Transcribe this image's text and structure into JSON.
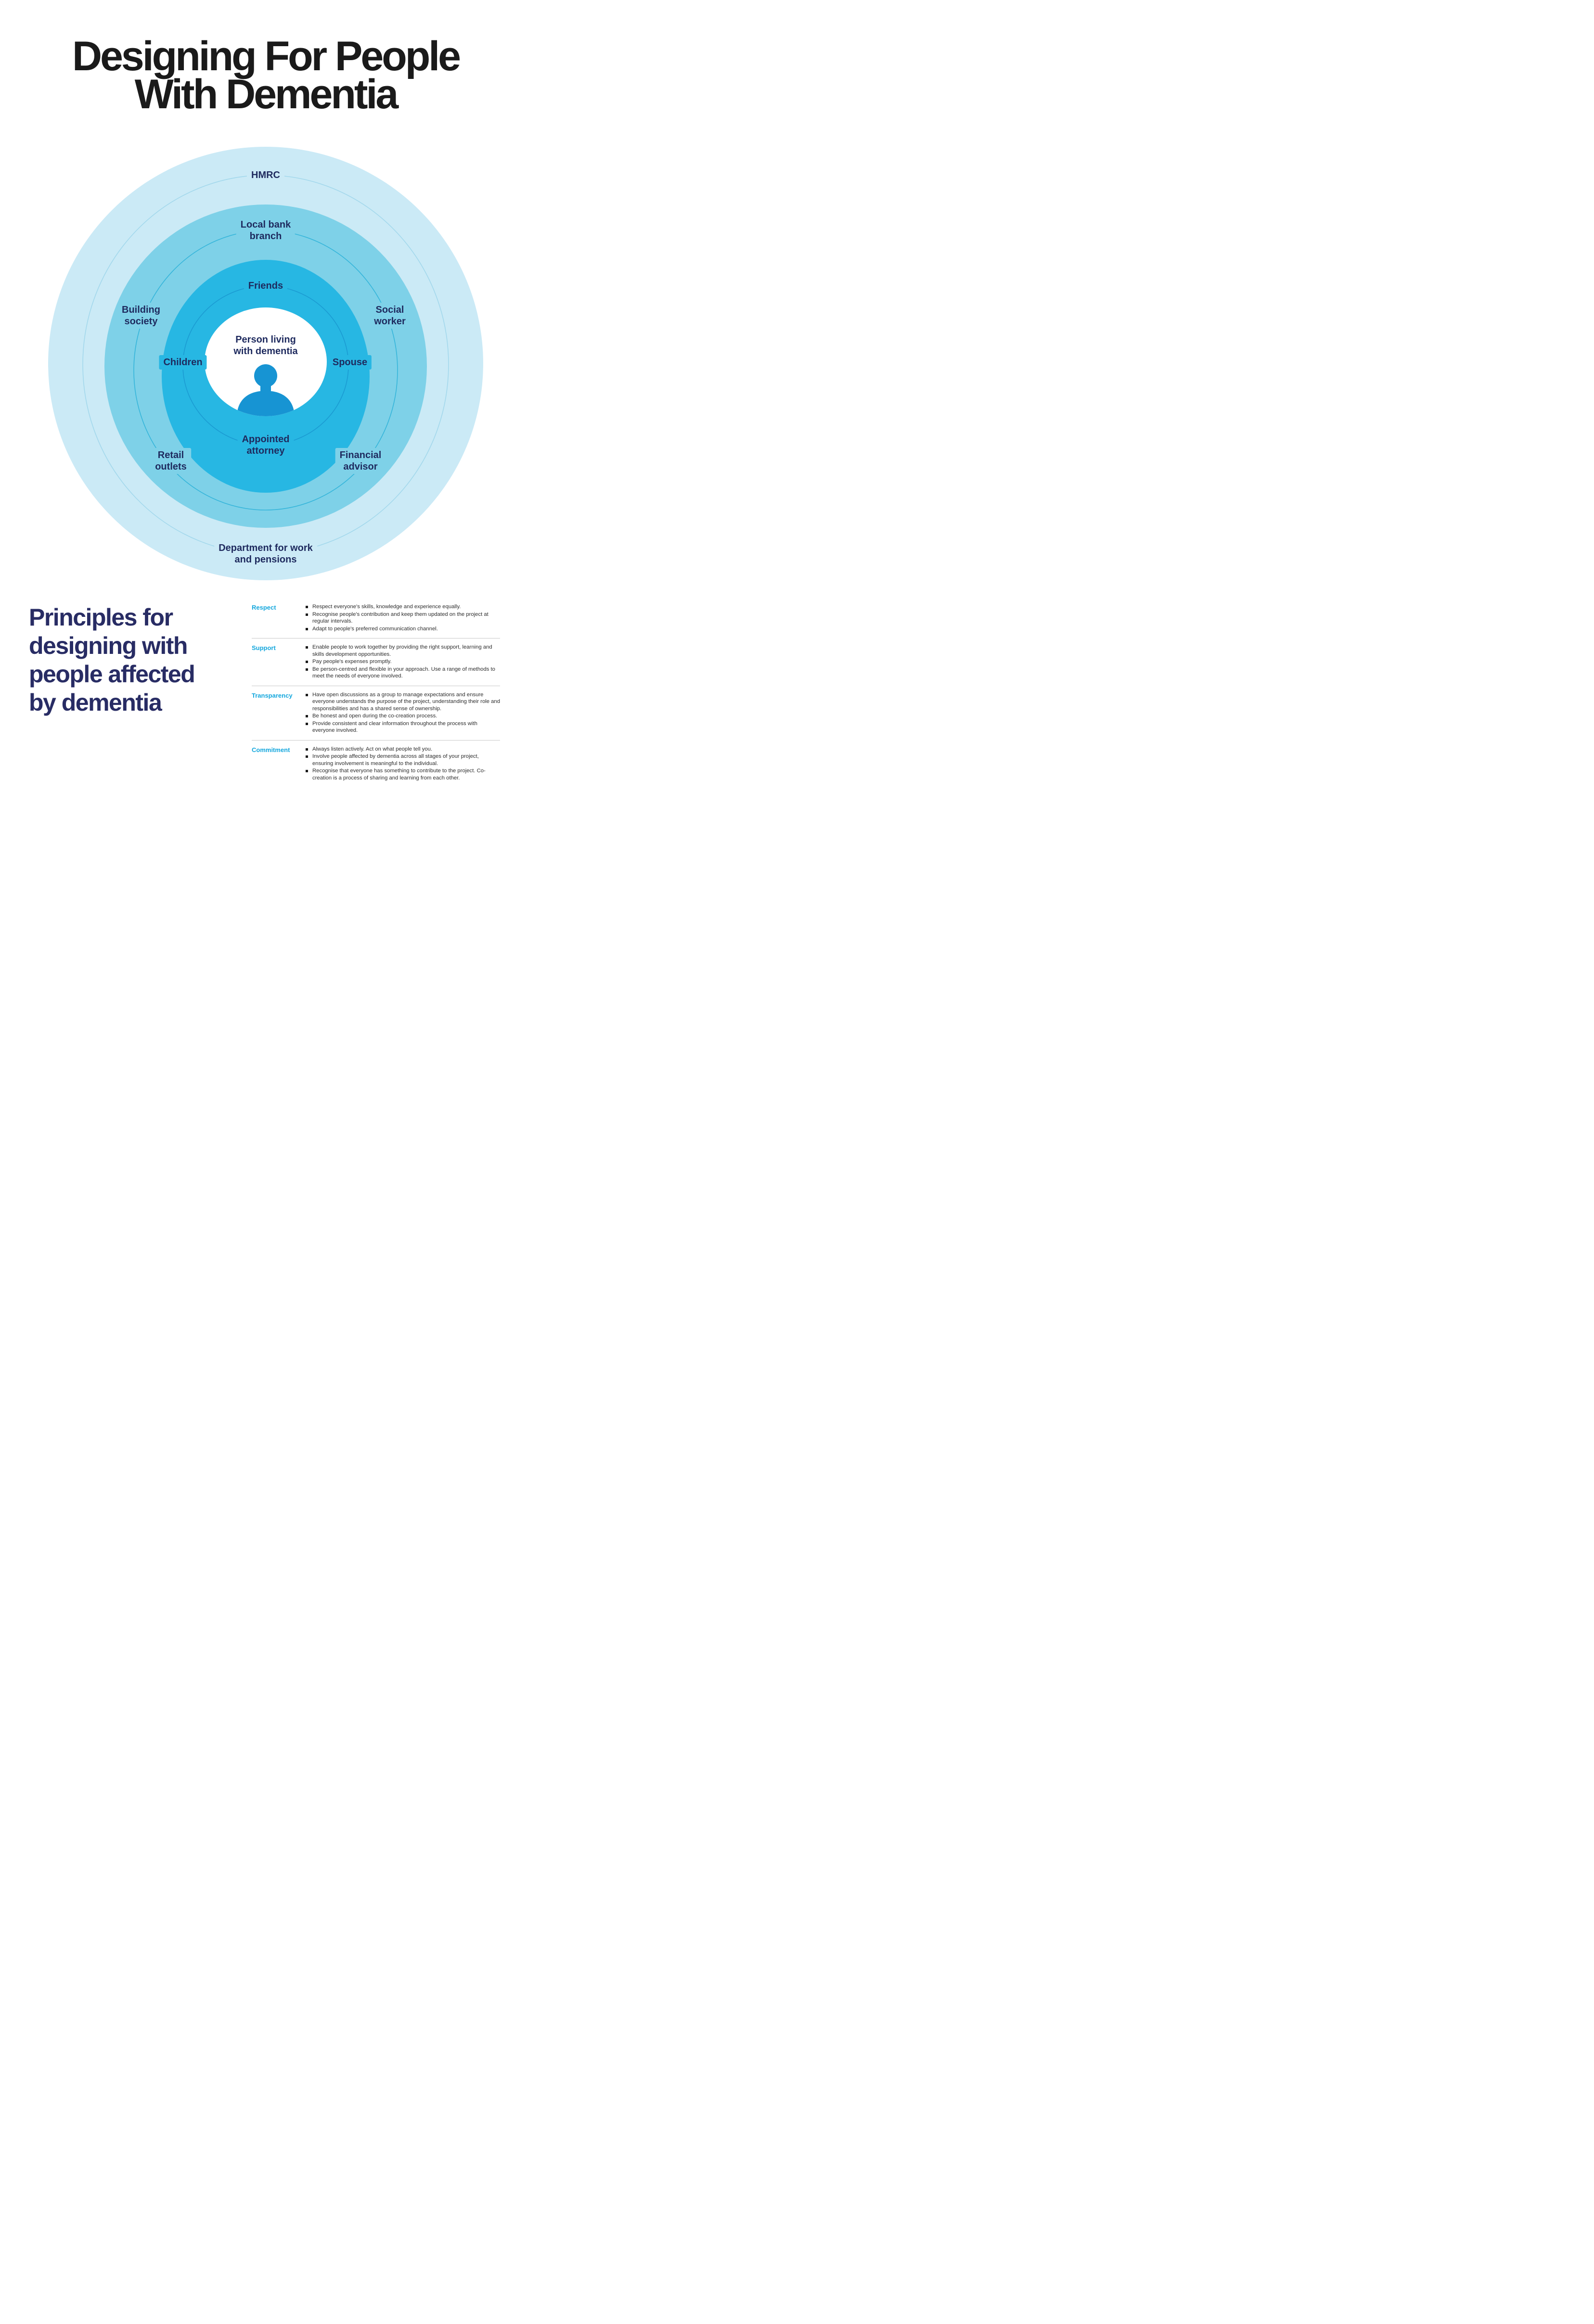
{
  "title": {
    "line1": "Designing For People",
    "line2": "With Dementia"
  },
  "diagram": {
    "center_label": {
      "line1": "Person living",
      "line2": "with dementia"
    },
    "ring_labels": {
      "hmrc": {
        "line1": "HMRC"
      },
      "local_bank": {
        "line1": "Local bank",
        "line2": "branch"
      },
      "friends": {
        "line1": "Friends"
      },
      "building_society": {
        "line1": "Building",
        "line2": "society"
      },
      "social_worker": {
        "line1": "Social",
        "line2": "worker"
      },
      "children": {
        "line1": "Children"
      },
      "spouse": {
        "line1": "Spouse"
      },
      "appointed_attorney": {
        "line1": "Appointed",
        "line2": "attorney"
      },
      "retail_outlets": {
        "line1": "Retail",
        "line2": "outlets"
      },
      "financial_advisor": {
        "line1": "Financial",
        "line2": "advisor"
      },
      "dwp": {
        "line1": "Department for work",
        "line2": "and pensions"
      }
    },
    "colors": {
      "outer_ring": "#cbeaf6",
      "middle_ring": "#7ed1e8",
      "inner_ring": "#27b7e3",
      "center": "#ffffff",
      "person": "#1794d3",
      "outer_arc": "#a3d8ec",
      "middle_arc": "#35b5da",
      "inner_arc": "#1b9bd2",
      "label_text": "#1e2a5e"
    }
  },
  "principles": {
    "heading": {
      "line1": "Principles for",
      "line2": "designing with",
      "line3": "people affected",
      "line4": "by dementia"
    },
    "accent_color": "#14a7dd",
    "items": [
      {
        "label": "Respect",
        "bullets": [
          "Respect everyone's skills, knowledge and experience equally.",
          "Recognise people's contribution and keep them updated on the project at regular intervals.",
          "Adapt to people's preferred communication channel."
        ]
      },
      {
        "label": "Support",
        "bullets": [
          "Enable people to work together by providing the right support, learning and skills development opportunities.",
          "Pay people's expenses promptly.",
          "Be person-centred and flexible in your approach. Use a range of methods to meet the needs of everyone involved."
        ]
      },
      {
        "label": "Transparency",
        "bullets": [
          "Have open discussions as a group to manage expectations and ensure everyone understands the purpose of the project, understanding their role and responsibilities and has a shared sense of ownership.",
          "Be honest and open during the co-creation process.",
          "Provide consistent and clear information throughout the process with everyone involved."
        ]
      },
      {
        "label": "Commitment",
        "bullets": [
          "Always listen actively. Act on what people tell you.",
          "Involve people affected by dementia across all stages of your project, ensuring involvement is meaningful to the individual.",
          "Recognise that everyone has something to contribute to the project. Co-creation is a process of sharing and learning from each other."
        ]
      }
    ]
  }
}
